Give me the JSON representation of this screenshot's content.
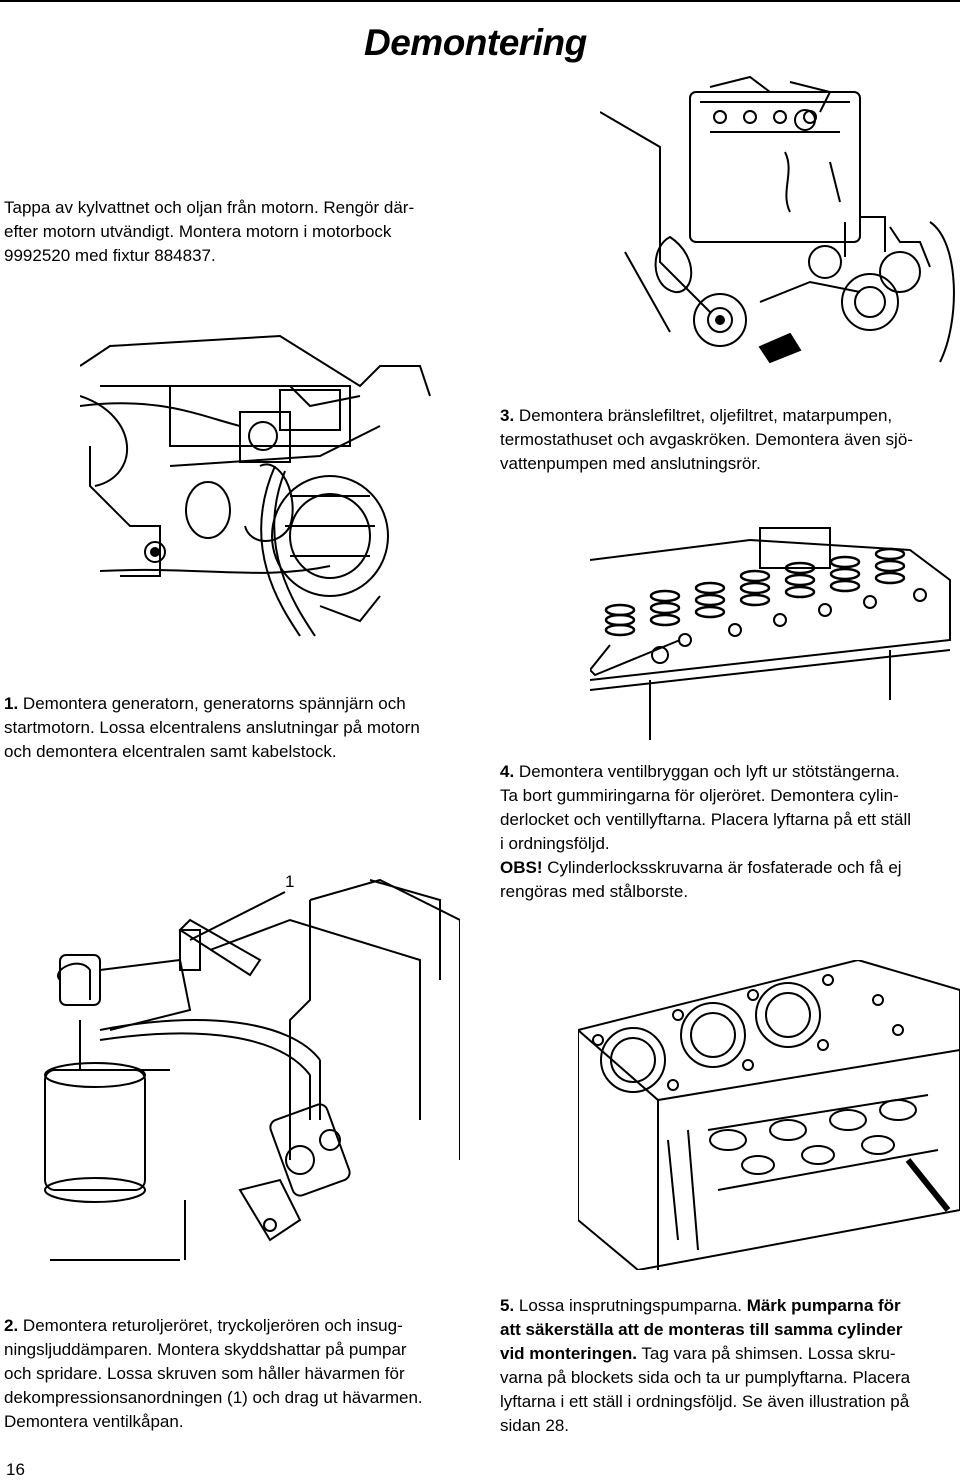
{
  "header": {
    "title": "Demontering"
  },
  "intro": {
    "lines": [
      "Tappa av kylvattnet och oljan från motorn. Rengör där-",
      "efter motorn utvändigt. Montera motorn i motorbock",
      "9992520 med fixtur 884837."
    ]
  },
  "step1": {
    "number": "1.",
    "lines": [
      "Demontera generatorn, generatorns spännjärn och",
      "startmotorn. Lossa elcentralens anslutningar på motorn",
      "och demontera elcentralen samt kabelstock."
    ]
  },
  "step2": {
    "number": "2.",
    "lines": [
      "Demontera returoljeröret, tryckoljerören och insug-",
      "ningsljuddämparen. Montera skyddshattar på pumpar",
      "och spridare. Lossa skruven som håller hävarmen för",
      "dekompressionsanordningen (1) och drag ut hävarmen.",
      "Demontera ventilkåpan."
    ],
    "callout": "1"
  },
  "step3": {
    "number": "3.",
    "lines": [
      "Demontera bränslefiltret, oljefiltret, matarpumpen,",
      "termostathuset och avgaskröken. Demontera även sjö-",
      "vattenpumpen med anslutningsrör."
    ]
  },
  "step4": {
    "number": "4.",
    "lines": [
      "Demontera ventilbryggan och lyft ur stötstängerna.",
      "Ta bort gummiringarna för oljeröret. Demontera cylin-",
      "derlocket och ventillyftarna. Placera lyftarna på ett ställ",
      "i ordningsföljd."
    ],
    "obs_label": "OBS!",
    "obs_lines": [
      "Cylinderlocksskruvarna är fosfaterade och få ej",
      "rengöras med stålborste."
    ]
  },
  "step5": {
    "number": "5.",
    "text_a": "Lossa insprutningspumparna.",
    "bold_a": "Märk pumparna för",
    "bold_b": "att säkerställa att de monteras till samma cylinder",
    "bold_c": "vid monteringen.",
    "text_b": "Tag vara på shimsen. Lossa skru-",
    "lines_rest": [
      "varna på blockets sida och ta ur pumplyftarna. Placera",
      "lyftarna i ett ställ i ordningsföljd. Se även illustration på",
      "sidan 28."
    ]
  },
  "footer": {
    "page_number": "16"
  }
}
